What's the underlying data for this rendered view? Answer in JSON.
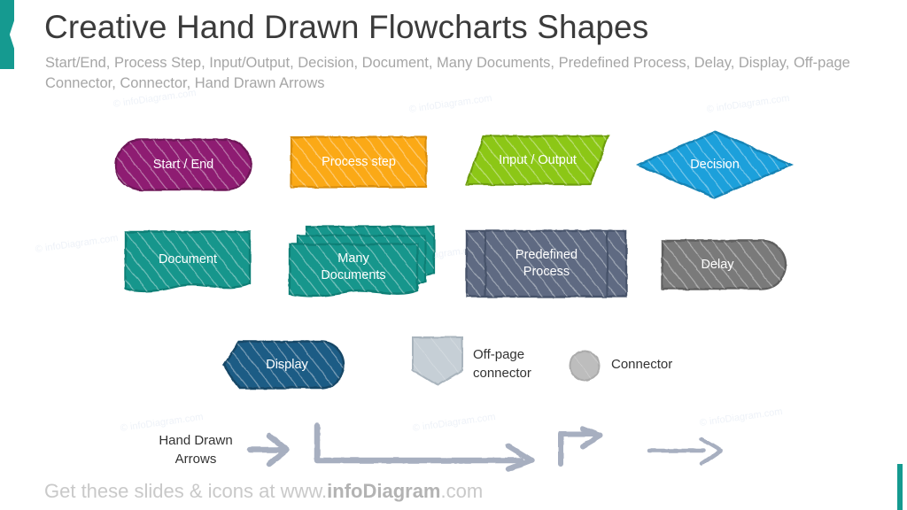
{
  "header": {
    "title": "Creative Hand Drawn Flowcharts Shapes",
    "subtitle": "Start/End, Process Step, Input/Output, Decision, Document, Many Documents, Predefined Process, Delay, Display, Off-page Connector, Connector, Hand Drawn  Arrows"
  },
  "footer": {
    "prefix": "Get these slides & icons at www.",
    "brand": "infoDiagram",
    "suffix": ".com"
  },
  "watermark": {
    "text": "© infoDiagram.com"
  },
  "colors": {
    "accent_teal": "#159A90",
    "start_end_purple": "#8E1F72",
    "process_orange": "#FBA919",
    "io_green": "#8CC717",
    "decision_blue": "#1CA0DB",
    "document_teal": "#17968C",
    "predefined_slate": "#5E6B82",
    "delay_gray": "#7A7A7A",
    "display_navy": "#1F5C85",
    "offpage_lightgray": "#C6CFD6",
    "connector_gray": "#BDBDBD",
    "arrow_gray": "#A7AFC0",
    "title_gray": "#3B3B3B",
    "subtitle_gray": "#A6A6A6",
    "footer_gray": "#C9C9C9"
  },
  "shapes": [
    {
      "id": "start-end",
      "label": "Start / End",
      "color": "#8E1F72"
    },
    {
      "id": "process-step",
      "label": "Process step",
      "color": "#FBA919"
    },
    {
      "id": "input-output",
      "label": "Input / Output",
      "color": "#8CC717"
    },
    {
      "id": "decision",
      "label": "Decision",
      "color": "#1CA0DB"
    },
    {
      "id": "document",
      "label": "Document",
      "color": "#17968C"
    },
    {
      "id": "many-documents",
      "label": "Many\nDocuments",
      "color": "#17968C"
    },
    {
      "id": "predefined-process",
      "label": "Predefined\nProcess",
      "color": "#5E6B82"
    },
    {
      "id": "delay",
      "label": "Delay",
      "color": "#7A7A7A"
    },
    {
      "id": "display",
      "label": "Display",
      "color": "#1F5C85"
    },
    {
      "id": "off-page-connector",
      "label": "Off-page\nconnector",
      "color": "#C6CFD6"
    },
    {
      "id": "connector",
      "label": "Connector",
      "color": "#BDBDBD"
    }
  ],
  "shape_labels": {
    "start_end": "Start / End",
    "process_step": "Process step",
    "input_output": "Input / Output",
    "decision": "Decision",
    "document": "Document",
    "many_documents_line1": "Many",
    "many_documents_line2": "Documents",
    "predefined_line1": "Predefined",
    "predefined_line2": "Process",
    "delay": "Delay",
    "display": "Display",
    "offpage_line1": "Off-page",
    "offpage_line2": "connector",
    "connector": "Connector"
  },
  "arrows": {
    "caption_line1": "Hand Drawn",
    "caption_line2": "Arrows",
    "items": [
      {
        "id": "arrow-chevron-right",
        "name": "chevron-right-arrow"
      },
      {
        "id": "arrow-elbow-long",
        "name": "elbow-long-arrow"
      },
      {
        "id": "arrow-bent-up-right",
        "name": "bent-up-right-arrow"
      },
      {
        "id": "arrow-vertical-bar",
        "name": "vertical-bar"
      },
      {
        "id": "arrow-thin-line",
        "name": "thin-line-arrow"
      }
    ]
  }
}
